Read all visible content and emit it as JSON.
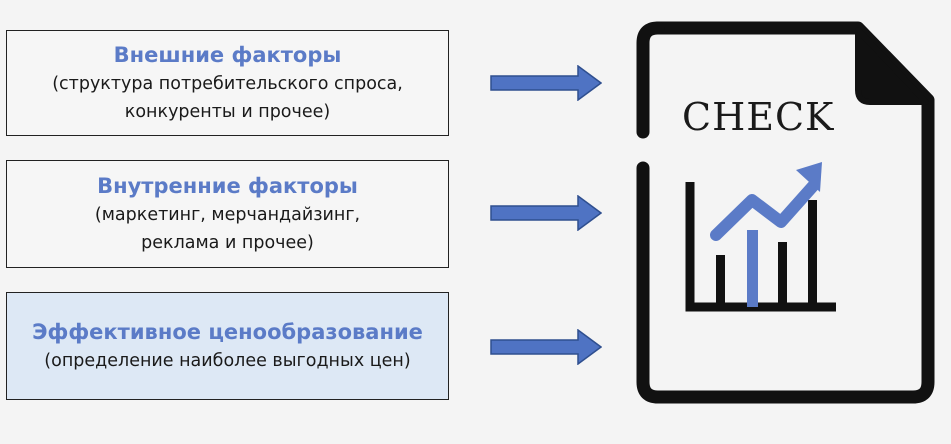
{
  "factors": [
    {
      "title": "Внешние факторы",
      "lines": [
        "(структура потребительского спроса,",
        "конкуренты и прочее)"
      ]
    },
    {
      "title": "Внутренние факторы",
      "lines": [
        "(маркетинг, мерчандайзинг,",
        "реклама и прочее)"
      ]
    },
    {
      "title": "Эффективное ценообразование",
      "lines": [
        "(определение наиболее выгодных цен)"
      ]
    }
  ],
  "document": {
    "label": "CHECK"
  },
  "colors": {
    "accent": "#5b7bc7",
    "arrow_fill": "#4f73c3",
    "arrow_stroke": "#2f4f8f",
    "pricing_box_bg": "#dde8f5",
    "ink": "#1a1a1a"
  }
}
